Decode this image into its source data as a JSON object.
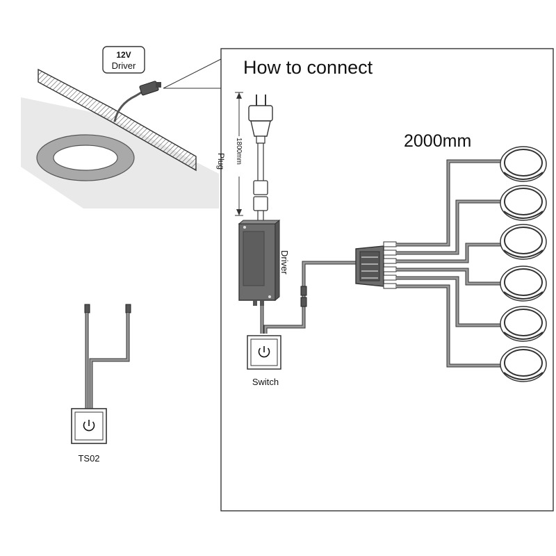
{
  "title": "How to connect",
  "driver_callout": {
    "line1": "12V",
    "line2": "Driver"
  },
  "plug_label": "Plug",
  "cord_length": "1800mm",
  "driver_label": "Driver",
  "switch_label": "Switch",
  "ts02_label": "TS02",
  "cable_length": "2000mm",
  "icons": {
    "power": "power-icon",
    "plug": "plug-icon",
    "downlight": "downlight-ring-icon",
    "splitter": "splitter-hub-icon"
  },
  "colors": {
    "line": "#333333",
    "cable_fill": "#9a9a9a",
    "driver_body": "#6c6c6c",
    "ceiling_shade": "#e9e9e9"
  }
}
